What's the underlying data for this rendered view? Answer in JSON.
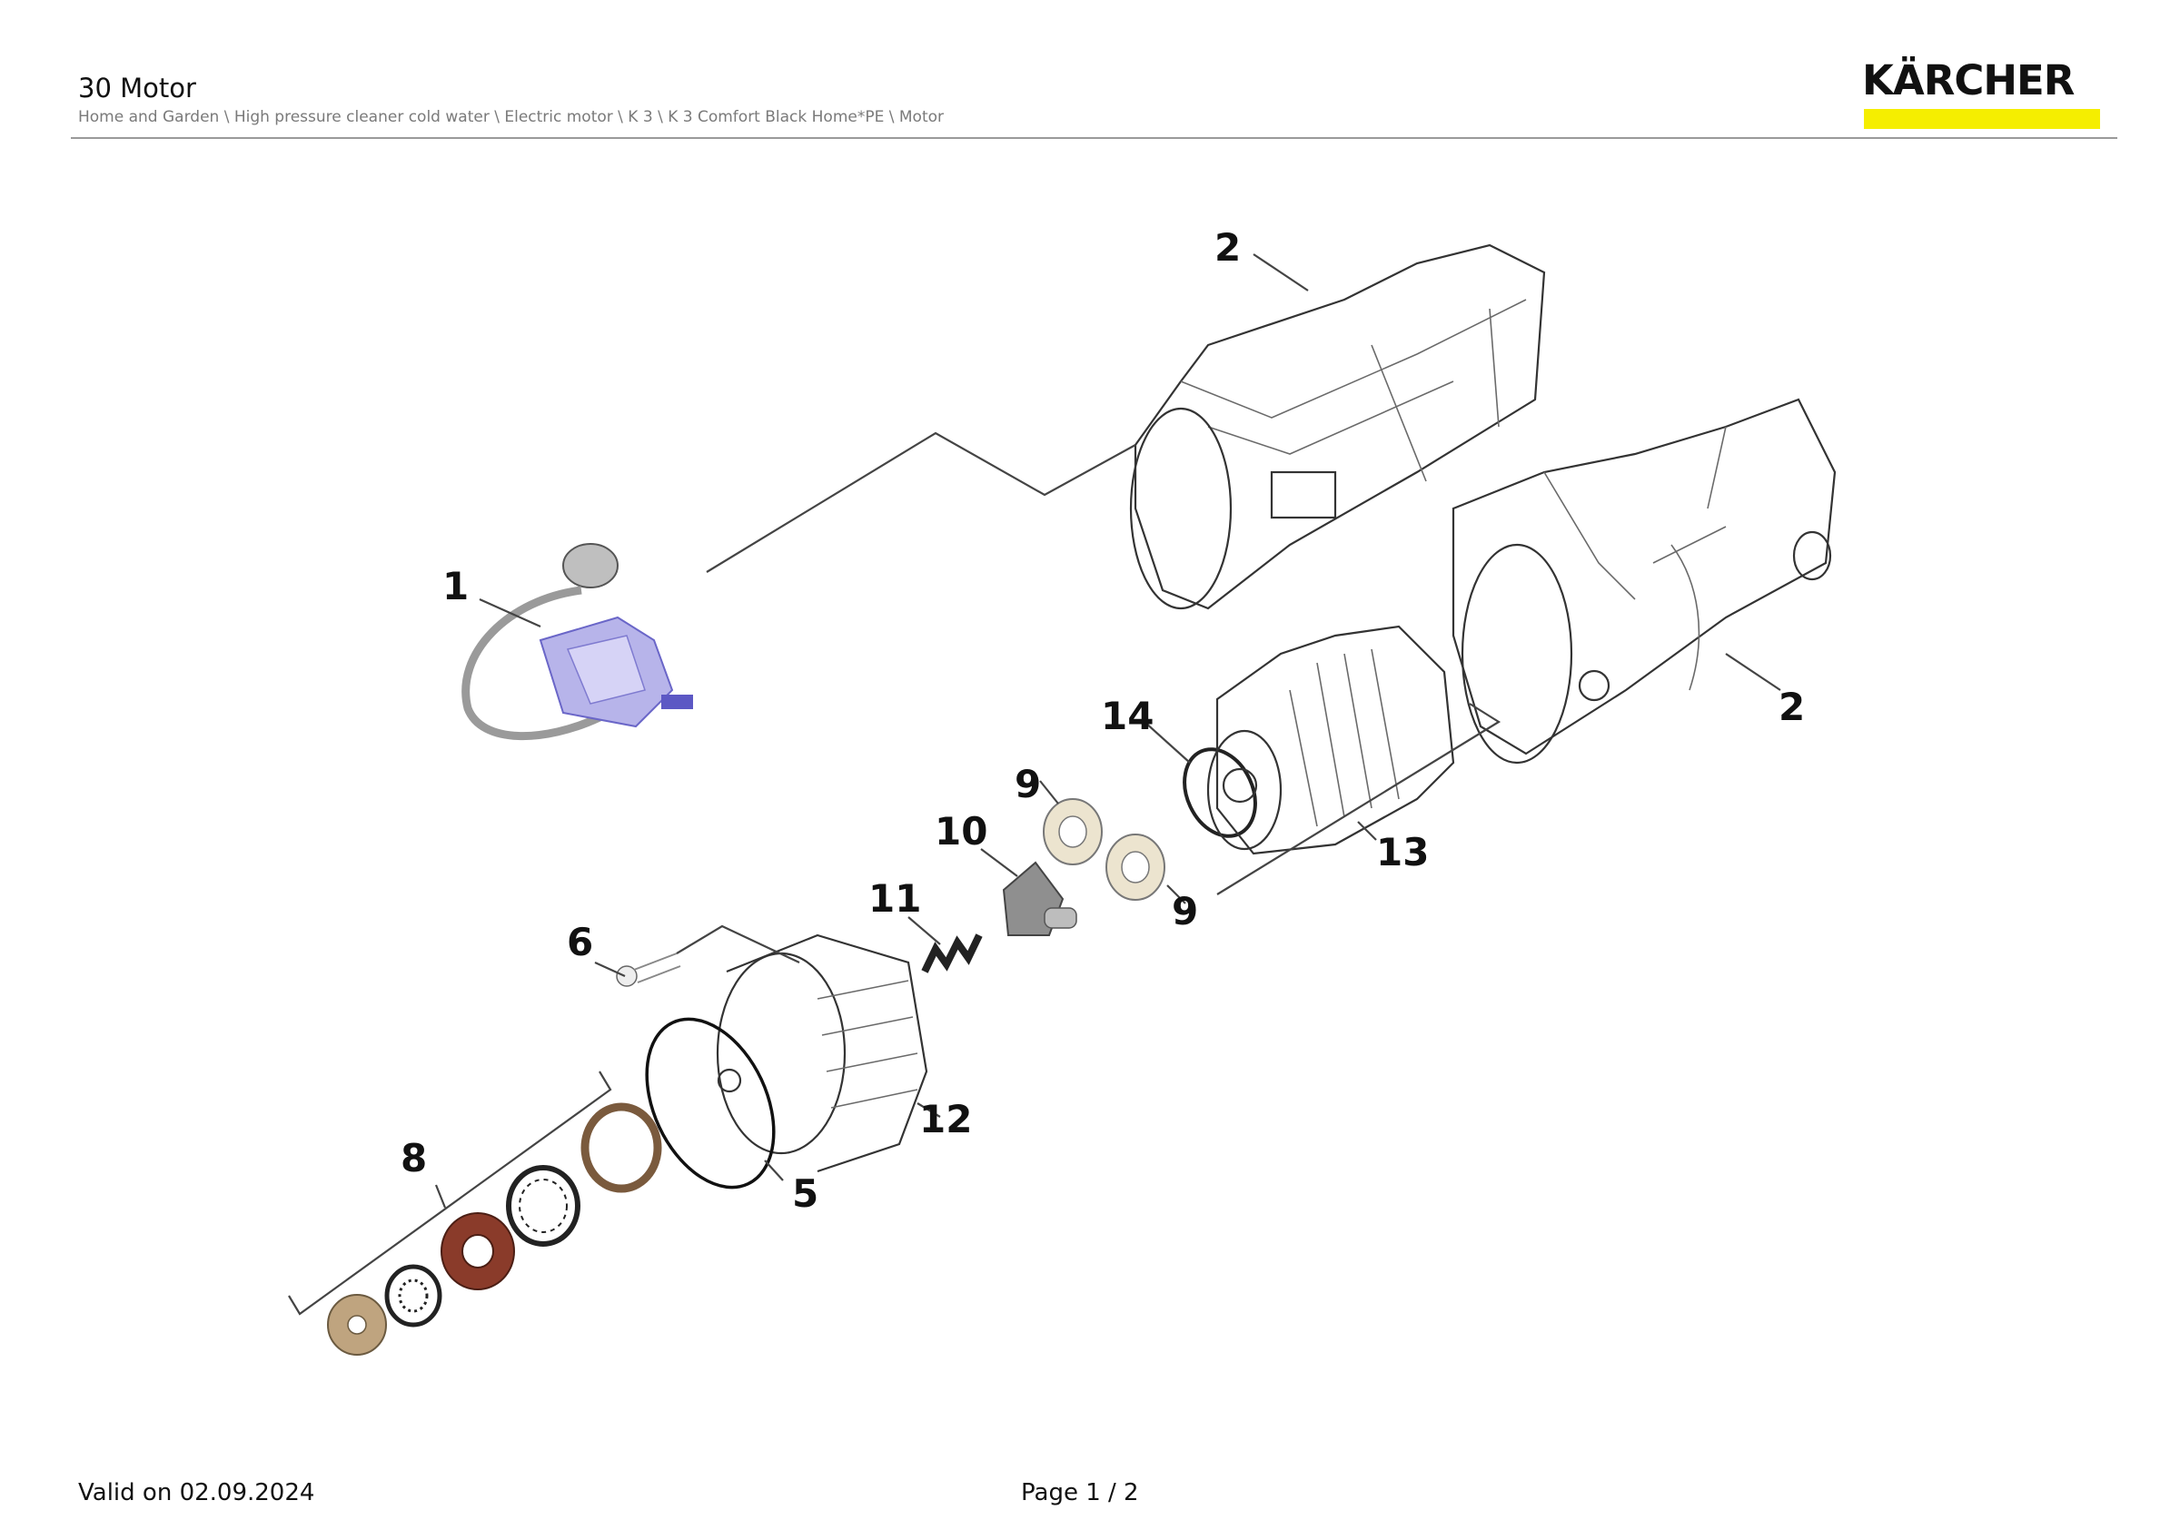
{
  "header": {
    "title": "30 Motor",
    "breadcrumb": "Home and Garden \\ High pressure cleaner cold water \\ Electric motor \\ K 3 \\ K 3 Comfort Black Home*PE \\ Motor"
  },
  "brand": {
    "logo_text": "KÄRCHER",
    "accent_color": "#f5ee00"
  },
  "callouts": {
    "c1": "1",
    "c2a": "2",
    "c2b": "2",
    "c5": "5",
    "c6": "6",
    "c8": "8",
    "c9a": "9",
    "c9b": "9",
    "c10": "10",
    "c11": "11",
    "c12": "12",
    "c13": "13",
    "c14": "14"
  },
  "footer": {
    "valid": "Valid on 02.09.2024",
    "page": "Page 1 / 2"
  }
}
